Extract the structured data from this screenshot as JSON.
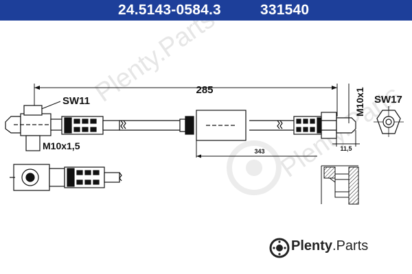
{
  "header": {
    "part_number": "24.5143-0584.3",
    "ref_number": "331540"
  },
  "drawing": {
    "length_label": "285",
    "sub_length_label": "343",
    "sw_left": "SW11",
    "sw_right": "SW17",
    "thread_left": "M10x1,5",
    "thread_right": "M10x1",
    "dim_small": "11,5"
  },
  "brand": {
    "name_bold": "Plenty",
    "name_rest": ".Parts"
  },
  "watermark": {
    "text": "Plenty.Parts"
  },
  "colors": {
    "header_bg": "#1d3f9a",
    "header_text": "#ffffff",
    "line": "#111111",
    "watermark": "#e6e6e6"
  }
}
